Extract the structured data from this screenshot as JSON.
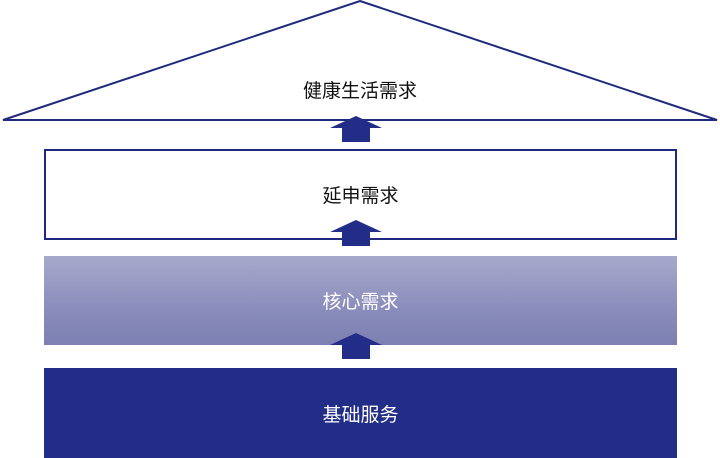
{
  "diagram": {
    "roof": {
      "label": "健康生活需求"
    },
    "layers": [
      {
        "label": "延申需求"
      },
      {
        "label": "核心需求"
      },
      {
        "label": "基础服务"
      }
    ]
  },
  "colors": {
    "outline": "#1f2a7e",
    "arrow": "#222d88",
    "core_top": "#a7a9cb",
    "core_bottom": "#7c80b2",
    "basic": "#222d88"
  }
}
